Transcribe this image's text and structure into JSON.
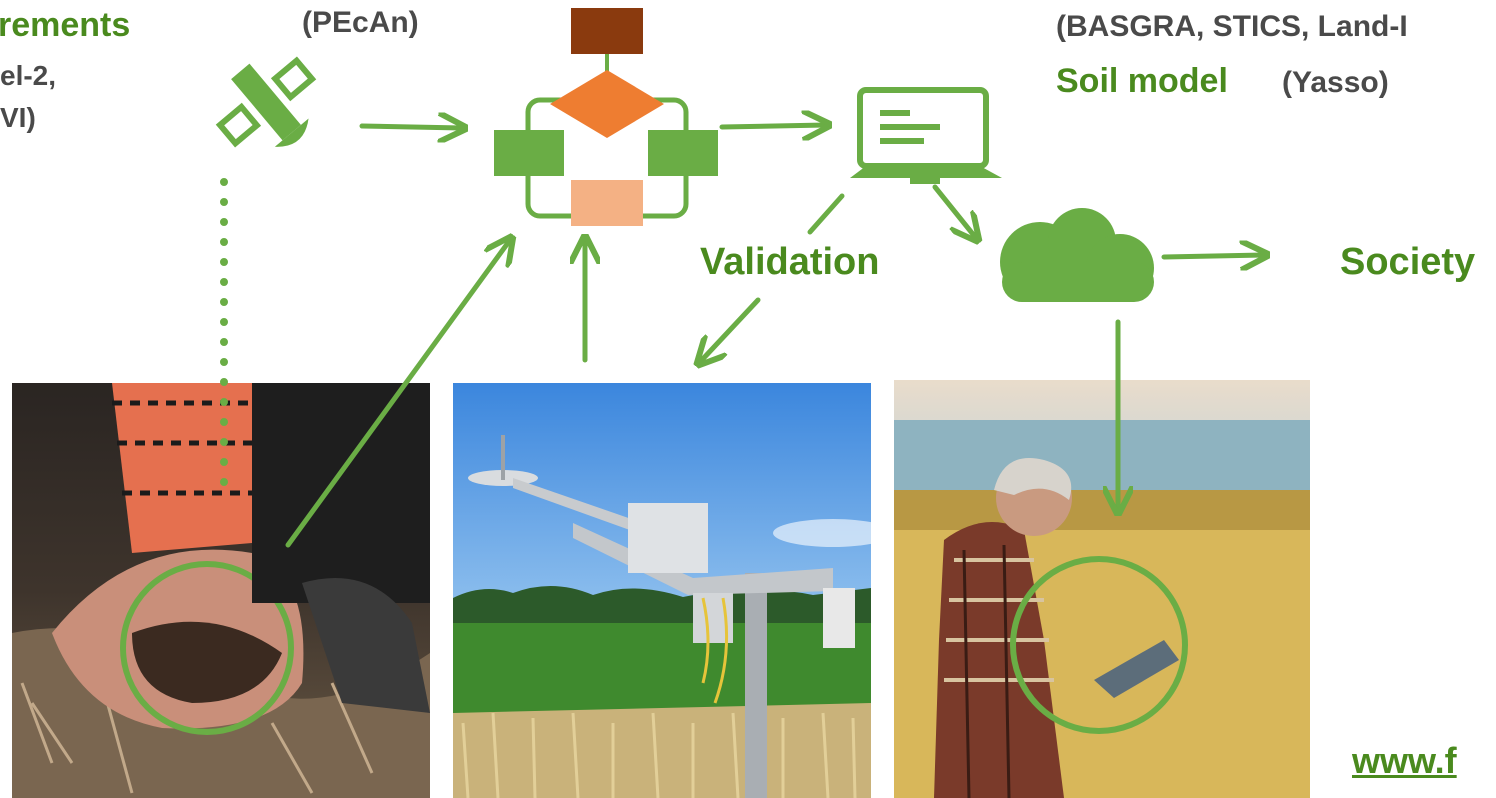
{
  "texts": {
    "measurements_fragment": "rements",
    "sentinel_fragment": "el-2,",
    "ndvi_fragment": "VI)",
    "pecan": "(PEcAn)",
    "crop_models": "(BASGRA, STICS, Land-I",
    "soil_model_label": "Soil model",
    "soil_model_name": "(Yasso)",
    "validation": "Validation",
    "society": "Society",
    "url_fragment": "www.f"
  },
  "icons": [
    "satellite-icon",
    "workflow-icon",
    "laptop-icon",
    "cloud-icon"
  ],
  "photos": [
    "soil-in-hand-photo",
    "field-station-photo",
    "farmer-tablet-photo"
  ],
  "colors": {
    "accent_green": "#6aad45",
    "text_green": "#4a8a1e",
    "text_grey": "#4a4a4a",
    "orange": "#ee7d31",
    "brown": "#8a3a0e",
    "peach": "#f4b184"
  }
}
